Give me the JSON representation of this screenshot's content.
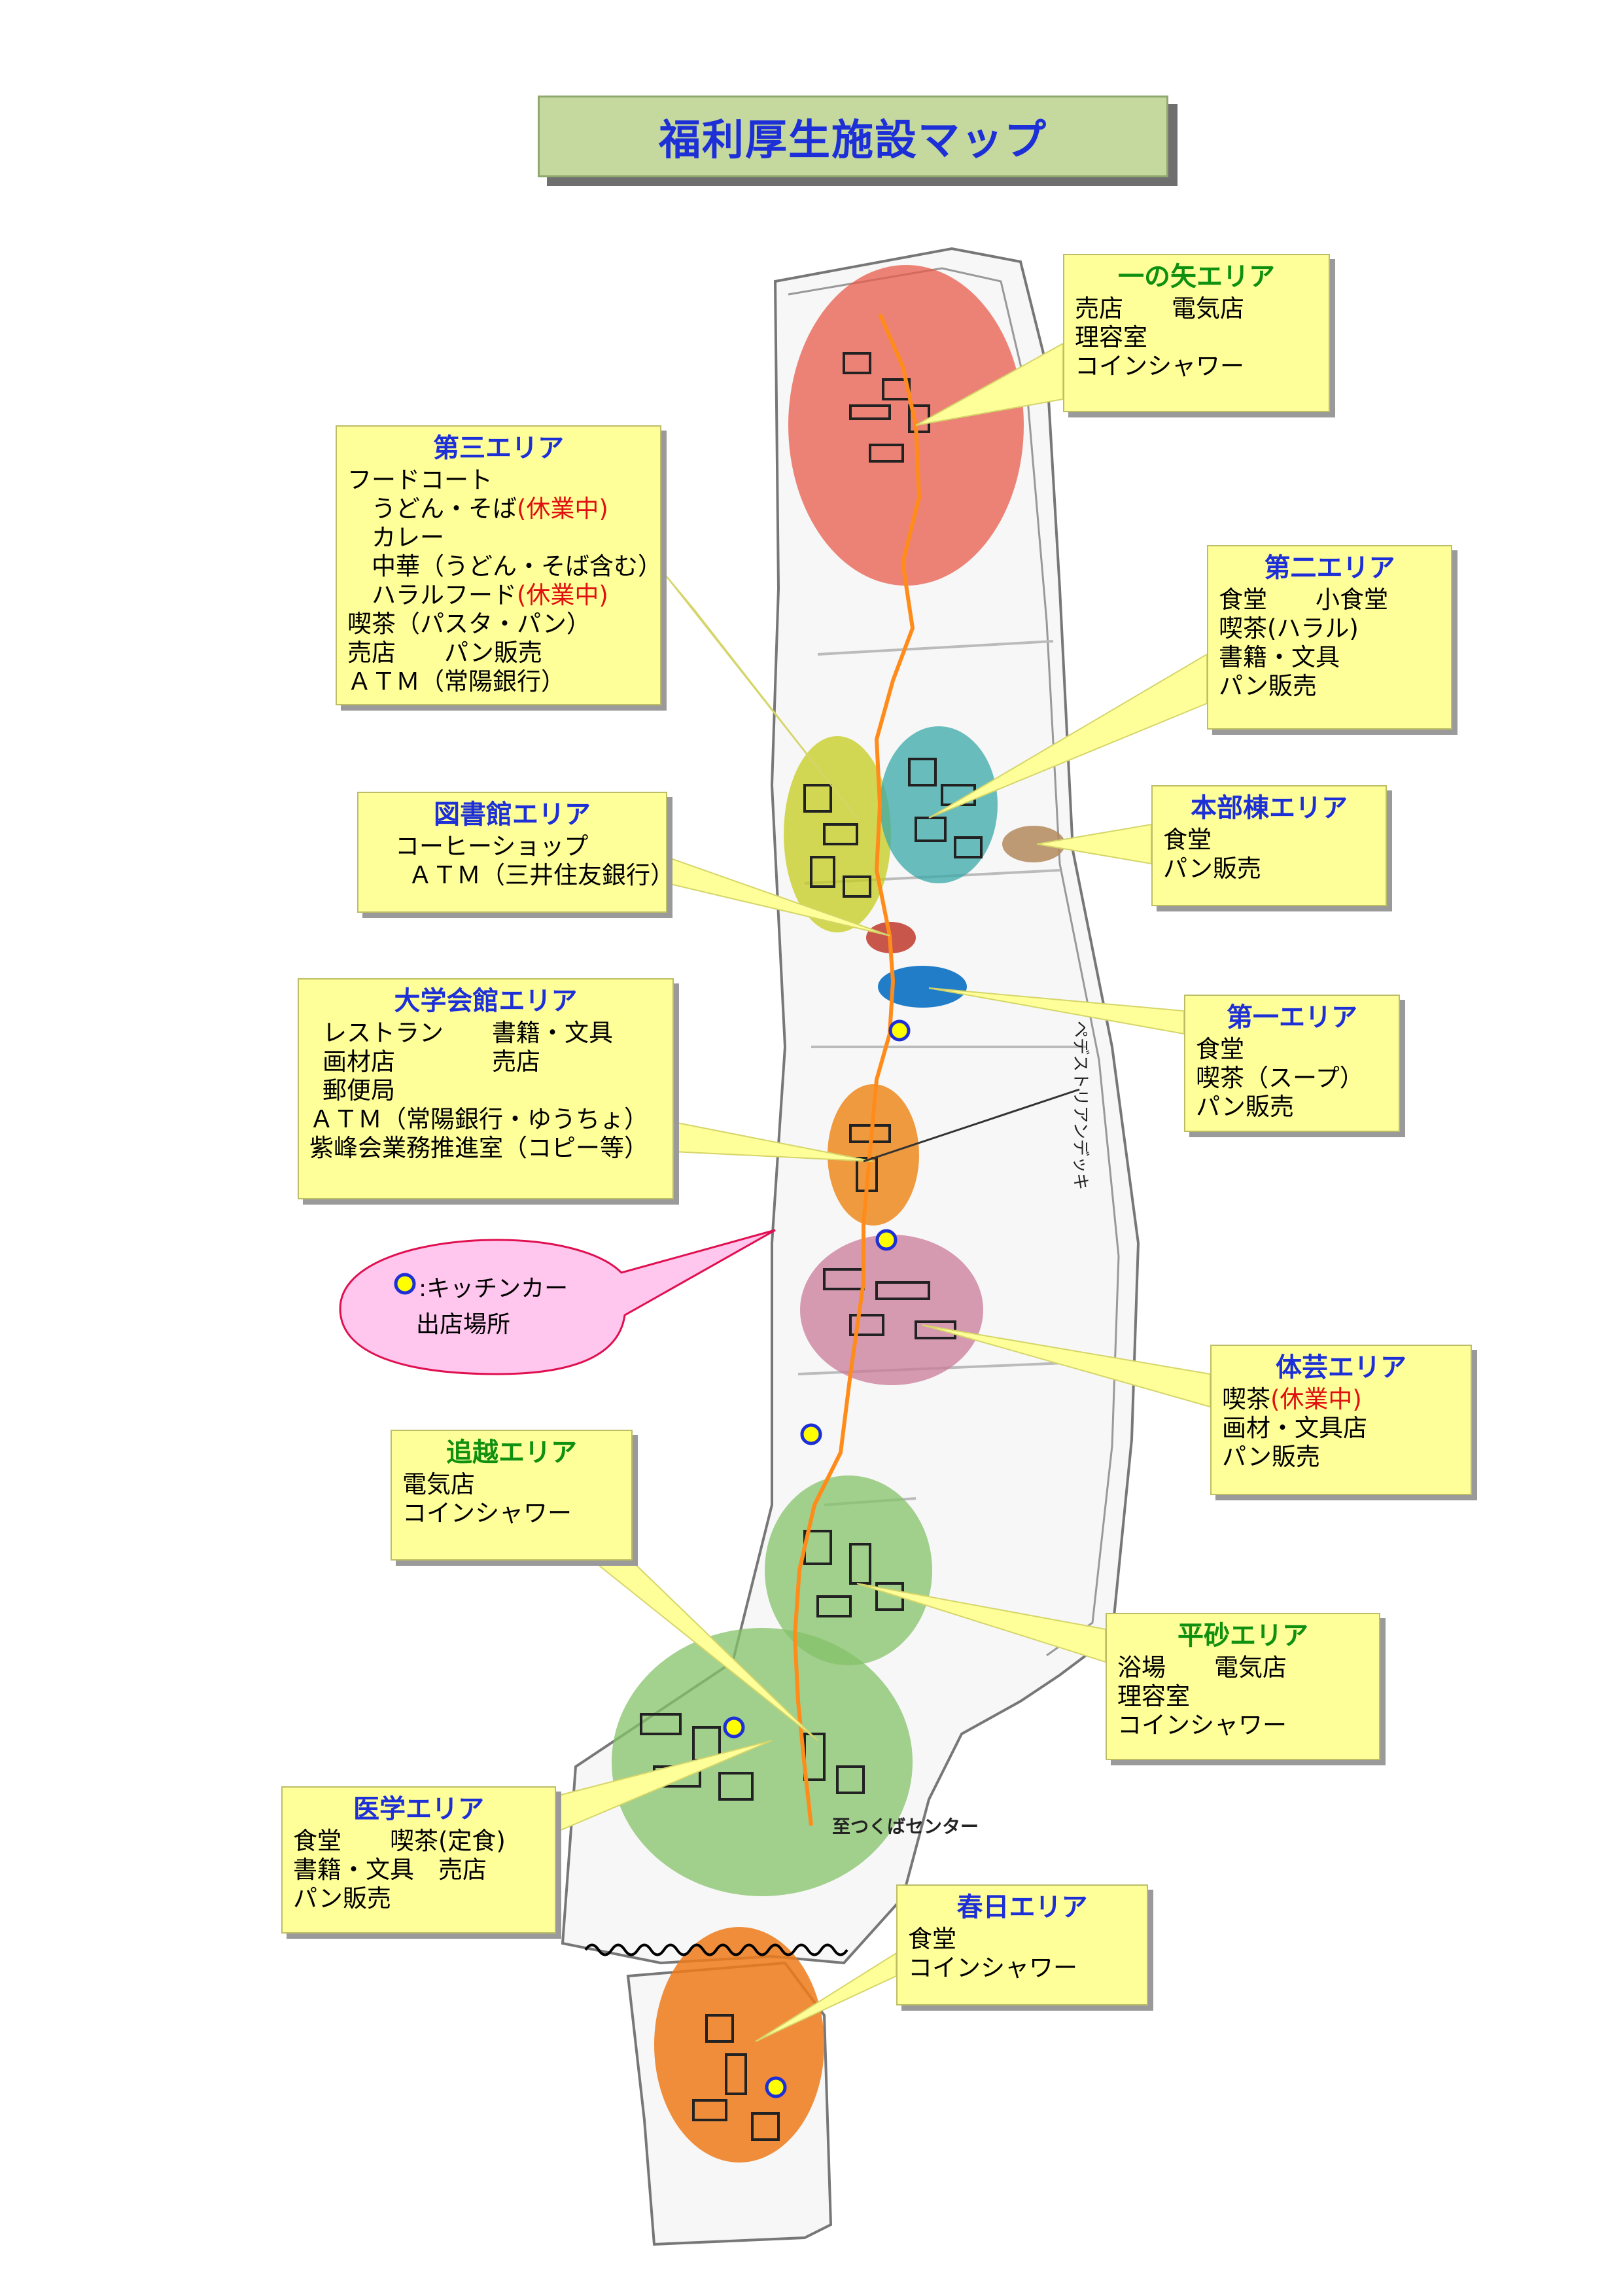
{
  "title": "福利厚生施設マップ",
  "colors": {
    "title_bg": "#c5d89d",
    "title_text": "#1d2fd6",
    "callout_bg": "#ffff99",
    "route": "#ff8c1a",
    "kitchen_car_marker": "#ffff00",
    "closed_text": "#e01010"
  },
  "areas": {
    "ichinoya": {
      "name": "一の矢エリア",
      "lines": [
        "売店　　電気店",
        "理容室",
        "コインシャワー"
      ]
    },
    "daisan": {
      "name": "第三エリア",
      "lines": [
        "フードコート",
        "　うどん・そば",
        "　カレー",
        "　中華（うどん・そば含む）",
        "　ハラルフード",
        "喫茶（パスタ・パン）",
        "売店　　パン販売",
        "ＡＴＭ（常陽銀行）"
      ],
      "closed": "(休業中)"
    },
    "daini": {
      "name": "第二エリア",
      "lines": [
        "食堂　　小食堂",
        "喫茶(ハラル)",
        "書籍・文具",
        "パン販売"
      ]
    },
    "honbu": {
      "name": "本部棟エリア",
      "lines": [
        "食堂",
        "パン販売"
      ]
    },
    "toshokan": {
      "name": "図書館エリア",
      "lines": [
        "コーヒーショップ",
        "ＡＴＭ（三井住友銀行）"
      ]
    },
    "daiichi": {
      "name": "第一エリア",
      "lines": [
        "食堂",
        "喫茶（スープ）",
        "パン販売"
      ]
    },
    "kaikan": {
      "name": "大学会館エリア",
      "lines": [
        "レストラン　　書籍・文具",
        "画材店　　　　売店",
        "郵便局",
        "ＡＴＭ（常陽銀行・ゆうちょ）",
        "紫峰会業務推進室（コピー等）"
      ]
    },
    "taigei": {
      "name": "体芸エリア",
      "lines": [
        "喫茶",
        "画材・文具店",
        "パン販売"
      ],
      "closed": "(休業中)"
    },
    "oikoshi": {
      "name": "追越エリア",
      "lines": [
        "電気店",
        "コインシャワー"
      ]
    },
    "hirasuna": {
      "name": "平砂エリア",
      "lines": [
        "浴場　　電気店",
        "理容室",
        "コインシャワー"
      ]
    },
    "igaku": {
      "name": "医学エリア",
      "lines": [
        "食堂　　喫茶(定食)",
        "書籍・文具　売店",
        "パン販売"
      ]
    },
    "kasuga": {
      "name": "春日エリア",
      "lines": [
        "食堂",
        "コインシャワー"
      ]
    }
  },
  "legend": {
    "line1": ":キッチンカー",
    "line2": "出店場所"
  },
  "map_labels": {
    "pedestrian_deck": "ペデストリアンデッキ",
    "to_center": "至つくばセンター"
  }
}
